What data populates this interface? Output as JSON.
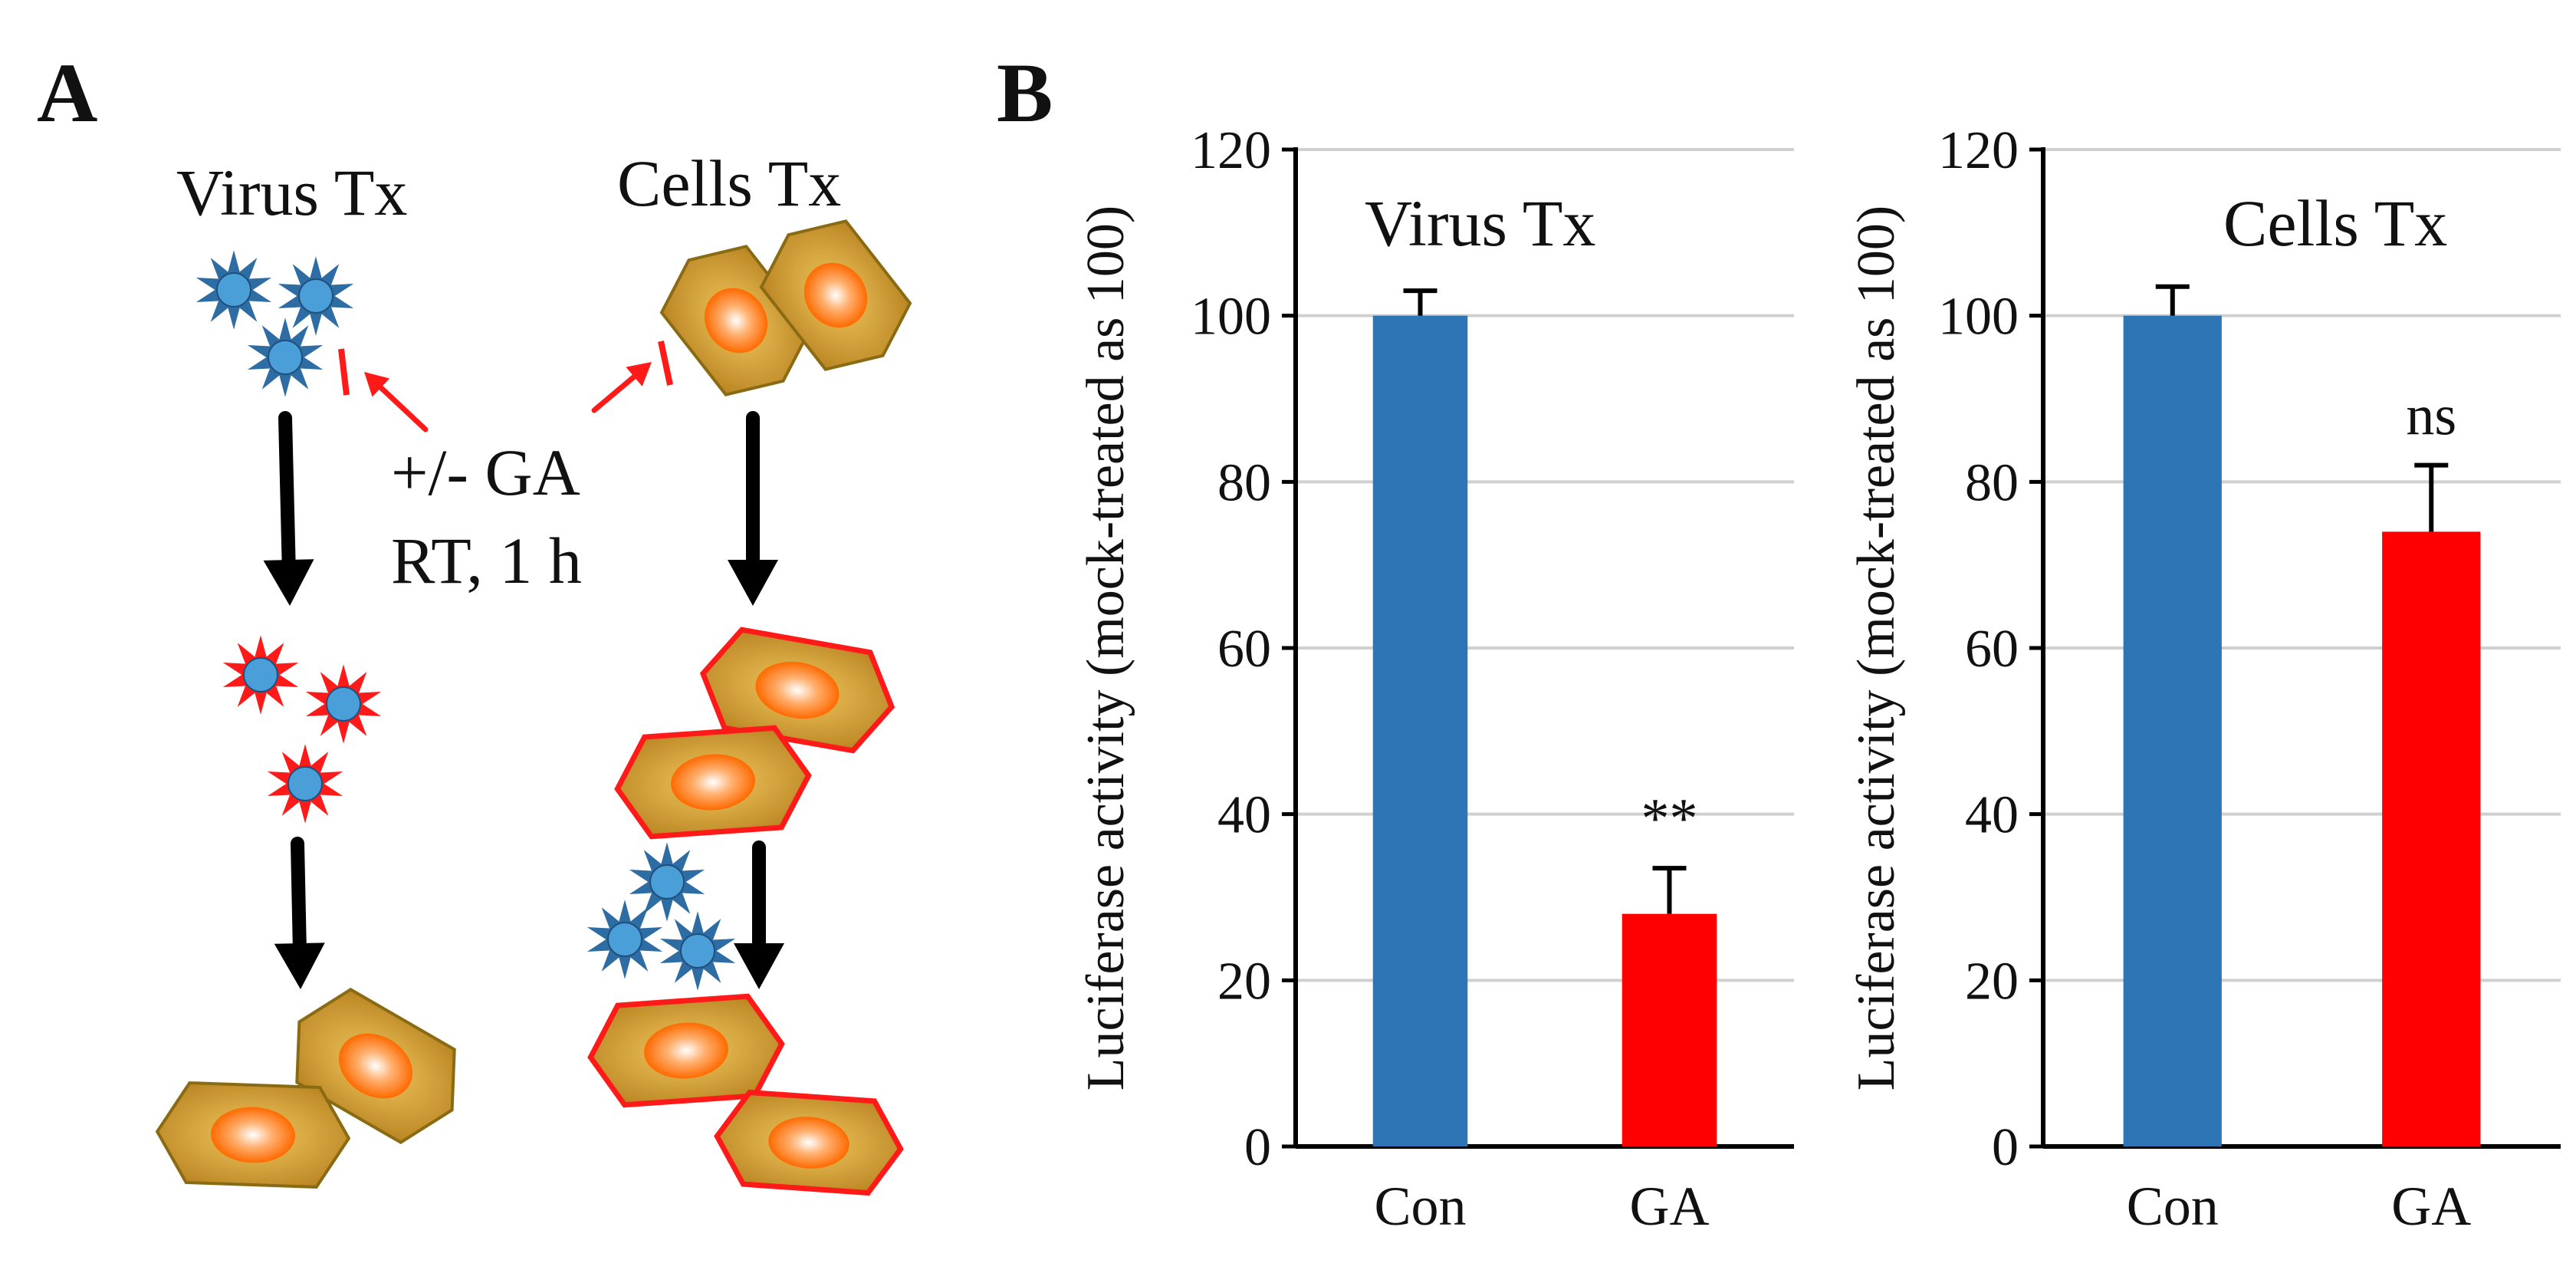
{
  "panels": {
    "a_label": "A",
    "b_label": "B"
  },
  "diagram": {
    "virus_tx": "Virus Tx",
    "cells_tx": "Cells Tx",
    "treatment_line1": "+/- GA",
    "treatment_line2": "RT, 1 h"
  },
  "colors": {
    "con_bar": "#2e75b6",
    "ga_bar": "#ff0000",
    "virus": "#2e6da4",
    "virus_center": "#4a9fd8",
    "cell_fill": "#d4a030",
    "cell_nucleus": "#ff7a1a",
    "treated_outline": "#ff1a1a"
  },
  "chart_data": [
    {
      "type": "bar",
      "title": "Virus Tx",
      "categories": [
        "Con",
        "GA"
      ],
      "values": [
        100,
        28
      ],
      "errors": [
        3,
        5.5
      ],
      "colors": [
        "#2e75b6",
        "#ff0000"
      ],
      "significance": [
        "",
        "**"
      ],
      "ylabel": "Luciferase activity (mock-treated as 100)",
      "ylim": [
        0,
        120
      ],
      "yticks": [
        0,
        20,
        40,
        60,
        80,
        100,
        120
      ],
      "grid": true
    },
    {
      "type": "bar",
      "title": "Cells Tx",
      "categories": [
        "Con",
        "GA"
      ],
      "values": [
        100,
        74
      ],
      "errors": [
        3.5,
        8
      ],
      "colors": [
        "#2e75b6",
        "#ff0000"
      ],
      "significance": [
        "",
        "ns"
      ],
      "ylabel": "Luciferase activity (mock-treated as 100)",
      "ylim": [
        0,
        120
      ],
      "yticks": [
        0,
        20,
        40,
        60,
        80,
        100,
        120
      ],
      "grid": true
    }
  ]
}
